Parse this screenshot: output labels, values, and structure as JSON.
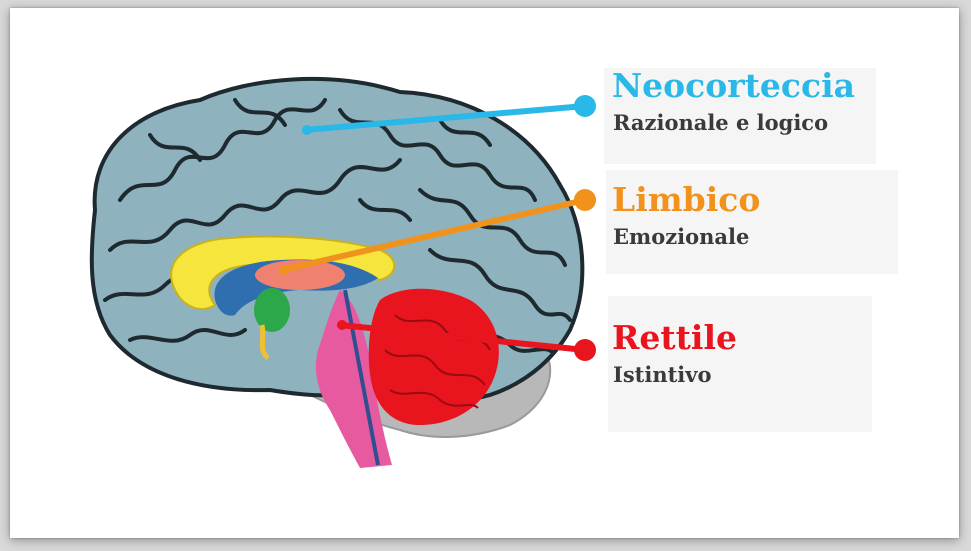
{
  "labels": [
    {
      "id": "neocortex",
      "title": "Neocorteccia",
      "subtitle": "Razionale e logico",
      "color": "#29b8e8"
    },
    {
      "id": "limbic",
      "title": "Limbico",
      "subtitle": "Emozionale",
      "color": "#f0921c"
    },
    {
      "id": "reptilian",
      "title": "Rettile",
      "subtitle": "Istintivo",
      "color": "#e8141e"
    }
  ],
  "colors": {
    "cortex": "#8fb3be",
    "cortex_outline": "#1e2a30",
    "cerebellum": "#e8141e",
    "brainstem": "#e85aa0",
    "limbic_ring": "#f5e53c",
    "limbic_inner": "#2f6fb0",
    "amygdala": "#2ca84a",
    "thalamus": "#f08070"
  }
}
